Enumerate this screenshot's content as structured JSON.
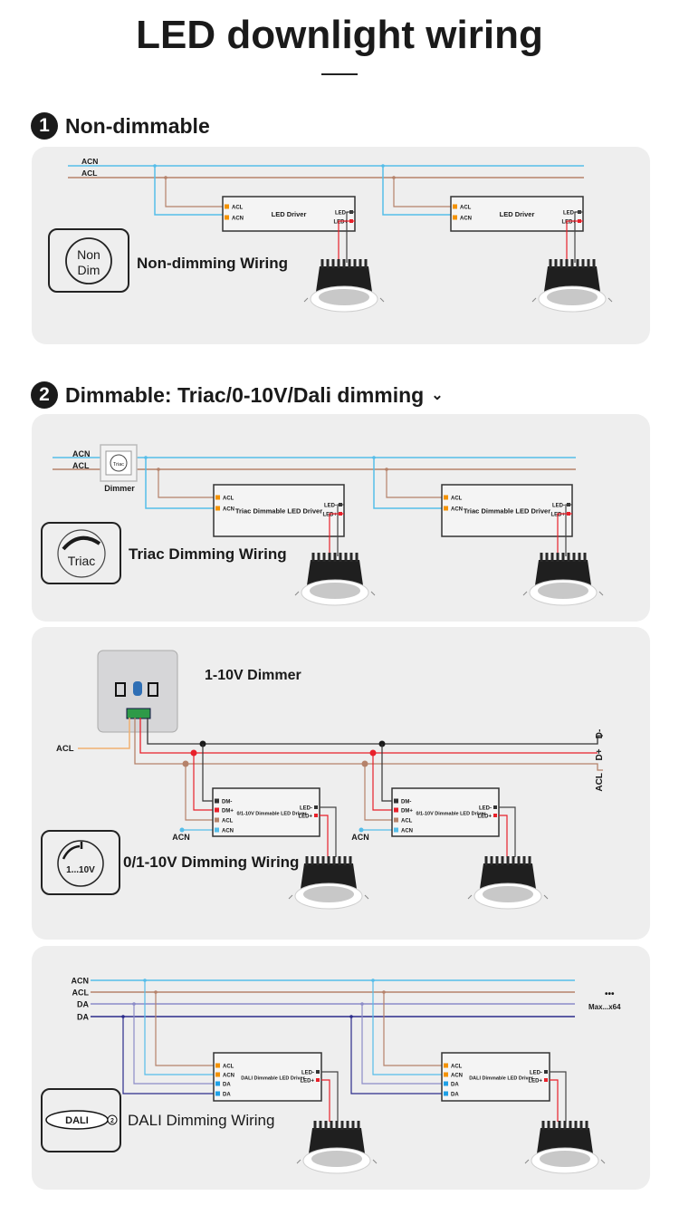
{
  "title": "LED downlight wiring",
  "sections": [
    {
      "number": "1",
      "title": "Non-dimmable"
    },
    {
      "number": "2",
      "title": "Dimmable: Triac/0-10V/Dali dimming",
      "chevron": "chevron-down-icon"
    }
  ],
  "colors": {
    "neutral": "#55bde9",
    "live": "#b5826a",
    "red": "#e8202a",
    "black": "#333333",
    "da1": "#8c8cc8",
    "da2": "#2b2b8c",
    "pin_orange": "#f39200",
    "acl_orange": "#f0b070",
    "panel": "#eeeeee"
  },
  "non_dim": {
    "lines": [
      "ACN",
      "ACL"
    ],
    "driver": {
      "title": "LED Driver",
      "pins": [
        "ACL",
        "ACN"
      ],
      "outputs": [
        "LED-",
        "LED+"
      ]
    },
    "icon_text": [
      "Non",
      "Dim"
    ],
    "label": "Non-dimming Wiring"
  },
  "triac": {
    "lines": [
      "ACN",
      "ACL"
    ],
    "dimmer_label": "Dimmer",
    "dimmer_icon_text": "Triac",
    "driver": {
      "title": "Triac Dimmable LED Driver",
      "pins": [
        "ACL",
        "ACN"
      ],
      "outputs": [
        "LED-",
        "LED+"
      ]
    },
    "icon_text": "Triac",
    "label": "Triac Dimming Wiring"
  },
  "v10": {
    "dimmer_title": "1-10V Dimmer",
    "acl_input": "ACL",
    "line_ends": [
      "D-",
      "D+",
      "ACL"
    ],
    "acn_label": "ACN",
    "driver": {
      "title": "0/1-10V Dimmable LED Driver",
      "pins": [
        "DM-",
        "DM+",
        "ACL",
        "ACN"
      ],
      "outputs": [
        "LED-",
        "LED+"
      ]
    },
    "icon_text": "1...10V",
    "label": "0/1-10V Dimming Wiring"
  },
  "dali": {
    "lines": [
      "ACN",
      "ACL",
      "DA",
      "DA"
    ],
    "more": "•••",
    "max": "Max...x64",
    "driver": {
      "title": "DALI Dimmable LED Driver",
      "pins": [
        "ACL",
        "ACN",
        "DA",
        "DA"
      ],
      "outputs": [
        "LED-",
        "LED+"
      ]
    },
    "icon_text": "DALI",
    "icon_suffix": "2",
    "label": "DALI Dimming Wiring"
  }
}
